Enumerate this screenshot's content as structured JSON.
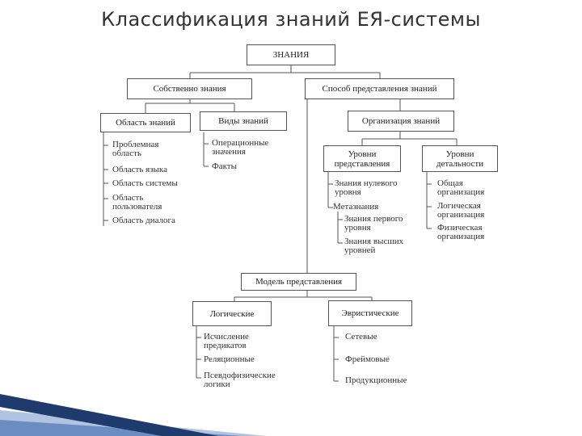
{
  "title": "Классификация знаний ЕЯ-системы",
  "root": "ЗНАНИЯ",
  "own_knowledge": {
    "label": "Собственно знания",
    "domain": {
      "label": "Область знаний",
      "items": [
        "Проблемная область",
        "Область языка",
        "Область системы",
        "Область пользователя",
        "Область диалога"
      ]
    },
    "kinds": {
      "label": "Виды знаний",
      "items": [
        "Операционные значения",
        "Факты"
      ]
    }
  },
  "representation": {
    "label": "Способ представления знаний",
    "organization": {
      "label": "Организация знаний",
      "levels": {
        "label": "Уровни представления",
        "items": [
          "Знания нулевого уровня",
          "Метазнания"
        ],
        "subitems": [
          "Знания первого уровня",
          "Знания высших уровней"
        ]
      },
      "detail": {
        "label": "Уровни детальности",
        "items": [
          "Общая организация",
          "Логическая организация",
          "Физическая организация"
        ]
      }
    },
    "model": {
      "label": "Модель представления",
      "logical": {
        "label": "Логические",
        "items": [
          "Исчисление предикатов",
          "Реляционные",
          "Псевдофизические логики"
        ]
      },
      "heuristic": {
        "label": "Эвристические",
        "items": [
          "Сетевые",
          "Фреймовые",
          "Продукционные"
        ]
      }
    }
  },
  "colors": {
    "wedge_dark": "#1f3b6e",
    "wedge_light": "#6f93c8",
    "lines": "#555555"
  }
}
